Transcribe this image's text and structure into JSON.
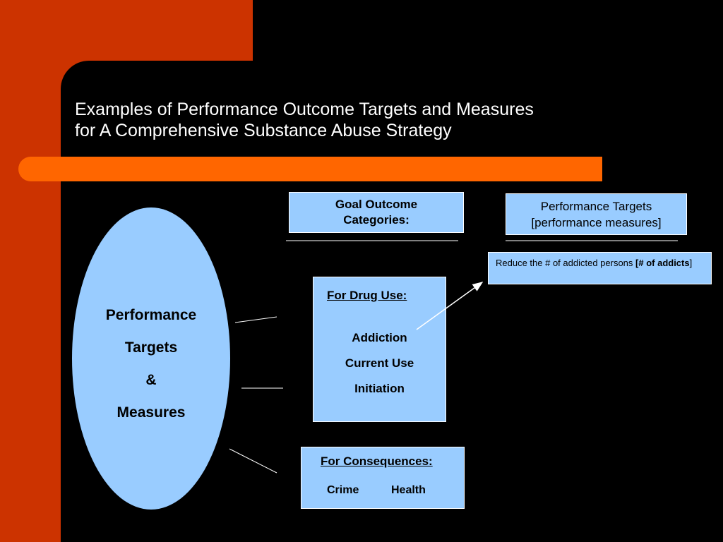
{
  "slide": {
    "title_line1": "Examples of Performance Outcome Targets and Measures",
    "title_line2": "for A Comprehensive Substance Abuse Strategy"
  },
  "colors": {
    "background": "#000000",
    "orange_block": "#cc3300",
    "orange_bar": "#ff6600",
    "box_fill": "#99ccff"
  },
  "ellipse": {
    "line1": "Performance",
    "line2": "Targets",
    "line3": "&",
    "line4": "Measures"
  },
  "goal_header": {
    "line1": "Goal Outcome",
    "line2": "Categories:"
  },
  "targets_header": {
    "line1": "Performance Targets",
    "line2": "[performance measures]"
  },
  "reduce_box": {
    "text": "Reduce the # of addicted persons ",
    "bold_text": "[# of addicts",
    "closing": "]"
  },
  "drug_box": {
    "heading": "For Drug Use:",
    "items": [
      "Addiction",
      "Current Use",
      "Initiation"
    ]
  },
  "consequences_box": {
    "heading": "For Consequences:",
    "items": [
      "Crime",
      "Health"
    ]
  }
}
